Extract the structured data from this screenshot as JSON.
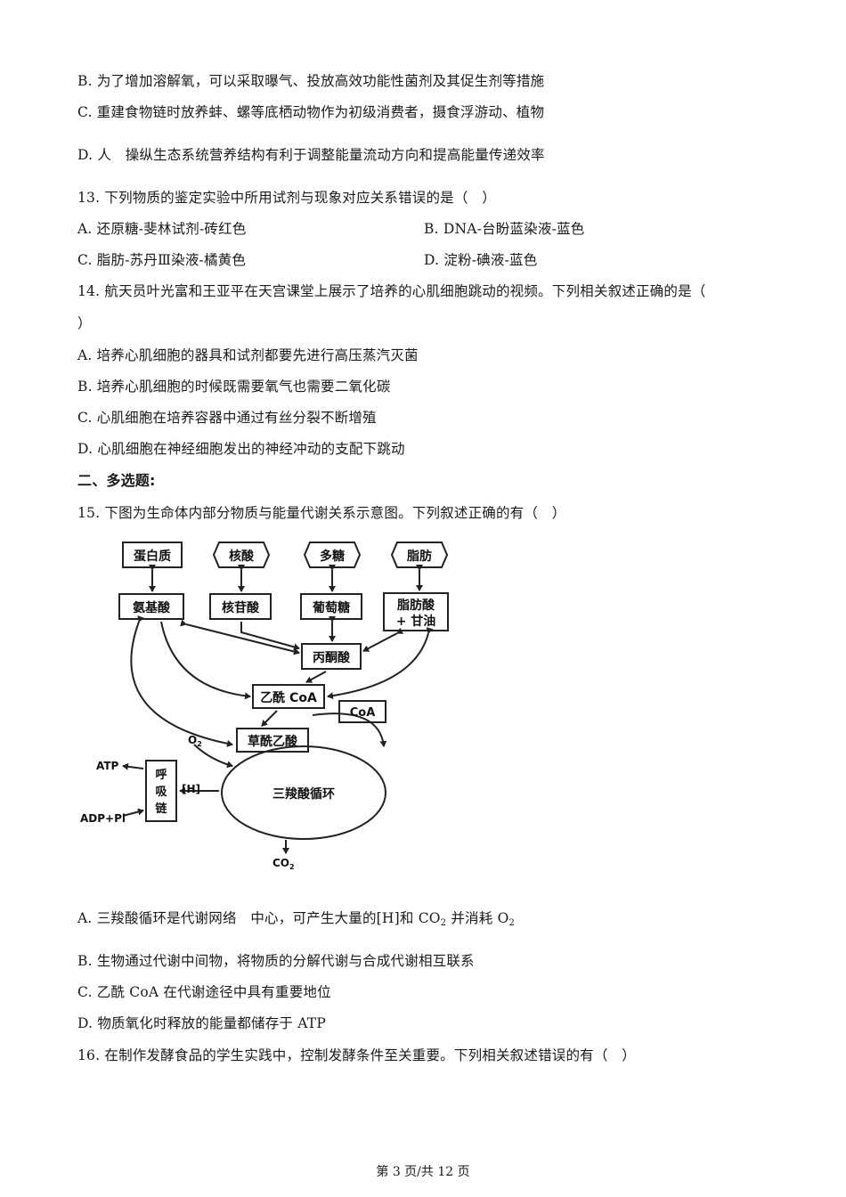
{
  "q12_options": {
    "b": "B. 为了增加溶解氧，可以采取曝气、投放高效功能性菌剂及其促生剂等措施",
    "c": "C. 重建食物链时放养蚌、螺等底栖动物作为初级消费者，摄食浮游动、植物",
    "d": "D. 人　操纵生态系统营养结构有利于调整能量流动方向和提高能量传递效率"
  },
  "q13": {
    "stem": "13. 下列物质的鉴定实验中所用试剂与现象对应关系错误的是（　）",
    "a": "A. 还原糖-斐林试剂-砖红色",
    "b": "B. DNA-台盼蓝染液-蓝色",
    "c": "C. 脂肪-苏丹Ⅲ染液-橘黄色",
    "d": "D. 淀粉-碘液-蓝色"
  },
  "q14": {
    "stem1": "14. 航天员叶光富和王亚平在天宫课堂上展示了培养的心肌细胞跳动的视频。下列相关叙述正确的是（",
    "stem2": "）",
    "a": "A. 培养心肌细胞的器具和试剂都要先进行高压蒸汽灭菌",
    "b": "B. 培养心肌细胞的时候既需要氧气也需要二氧化碳",
    "c": "C. 心肌细胞在培养容器中通过有丝分裂不断增殖",
    "d": "D. 心肌细胞在神经细胞发出的神经冲动的支配下跳动"
  },
  "section2": "二、多选题:",
  "q15": {
    "stem": "15. 下图为生命体内部分物质与能量代谢关系示意图。下列叙述正确的有（　）",
    "a_pre": "A. 三羧酸循环是代谢网络　中心，可产生大量的[H]和 CO",
    "a_sub1": "2",
    "a_mid": " 并消耗 O",
    "a_sub2": "2",
    "b": "B. 生物通过代谢中间物，将物质的分解代谢与合成代谢相互联系",
    "c": "C. 乙酰 CoA 在代谢途径中具有重要地位",
    "d": "D. 物质氧化时释放的能量都储存于 ATP"
  },
  "q16": {
    "stem": "16. 在制作发酵食品的学生实践中，控制发酵条件至关重要。下列相关叙述错误的有（　）"
  },
  "diagram": {
    "protein": "蛋白质",
    "nucleic_acid": "核酸",
    "polysaccharide": "多糖",
    "fat": "脂肪",
    "amino_acid": "氨基酸",
    "nucleotide": "核苷酸",
    "glucose": "葡萄糖",
    "fatty_acid": "脂肪酸",
    "glycerol": "+ 甘油",
    "pyruvate": "丙酮酸",
    "acetyl_coa": "乙酰 CoA",
    "coa": "CoA",
    "oxaloacetate": "草酰乙酸",
    "o2": "O",
    "o2_sub": "2",
    "h": "[H]",
    "resp_chain_1": "呼",
    "resp_chain_2": "吸",
    "resp_chain_3": "链",
    "atp": "ATP",
    "adp": "ADP+Pi",
    "tca": "三羧酸循环",
    "co2": "CO",
    "co2_sub": "2"
  },
  "footer": "第 3 页/共 12 页"
}
